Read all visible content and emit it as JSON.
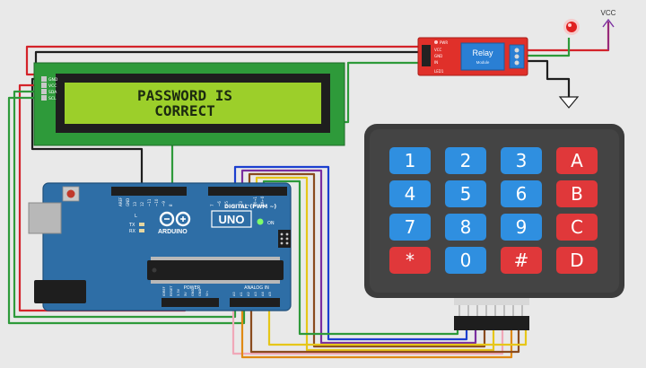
{
  "lcd": {
    "line1": "PASSWORD IS",
    "line2": "CORRECT",
    "pins": [
      "GND",
      "VCC",
      "SDA",
      "SCL"
    ]
  },
  "relay": {
    "label": "Relay",
    "sublabel": "Module",
    "pins": [
      "PWR",
      "VCC",
      "GND",
      "IN",
      "LED1"
    ]
  },
  "power": {
    "vcc_label": "VCC"
  },
  "arduino": {
    "brand": "ARDUINO",
    "model": "UNO",
    "digital_header": "DIGITAL (PWM ~)",
    "analog_header": "ANALOG IN",
    "power_header": "POWER",
    "on_label": "ON",
    "tx_label": "TX",
    "rx_label": "RX",
    "l_label": "L",
    "aref_label": "AREF",
    "gnd_label": "GND",
    "digital_pins": [
      "13",
      "12",
      "~11",
      "~10",
      "~9",
      "8",
      "7",
      "~6",
      "~5",
      "4",
      "~3",
      "2",
      "TX→1",
      "RX←0"
    ],
    "analog_pins": [
      "A0",
      "A1",
      "A2",
      "A3",
      "A4",
      "A5"
    ],
    "power_pins": [
      "IOREF",
      "RESET",
      "3.3V",
      "5V",
      "GND",
      "GND",
      "Vin"
    ]
  },
  "keypad": {
    "rows": [
      [
        "1",
        "2",
        "3",
        "A"
      ],
      [
        "4",
        "5",
        "6",
        "B"
      ],
      [
        "7",
        "8",
        "9",
        "C"
      ],
      [
        "*",
        "0",
        "#",
        "D"
      ]
    ],
    "number_color": "#2f8fe0",
    "letter_color": "#e0383a"
  },
  "colors": {
    "wire_red": "#d4232a",
    "wire_black": "#1e1e1e",
    "wire_green": "#2e9a3a",
    "wire_blue": "#1c3fcf",
    "wire_purple": "#7a2ea0",
    "wire_orange": "#e08a14",
    "wire_yellow": "#e6c619",
    "wire_pink": "#f0a8b8",
    "wire_brown": "#8a4b1e",
    "board_blue": "#2e6ea6",
    "lcd_green": "#9ccf2a",
    "relay_red": "#e0302a"
  }
}
